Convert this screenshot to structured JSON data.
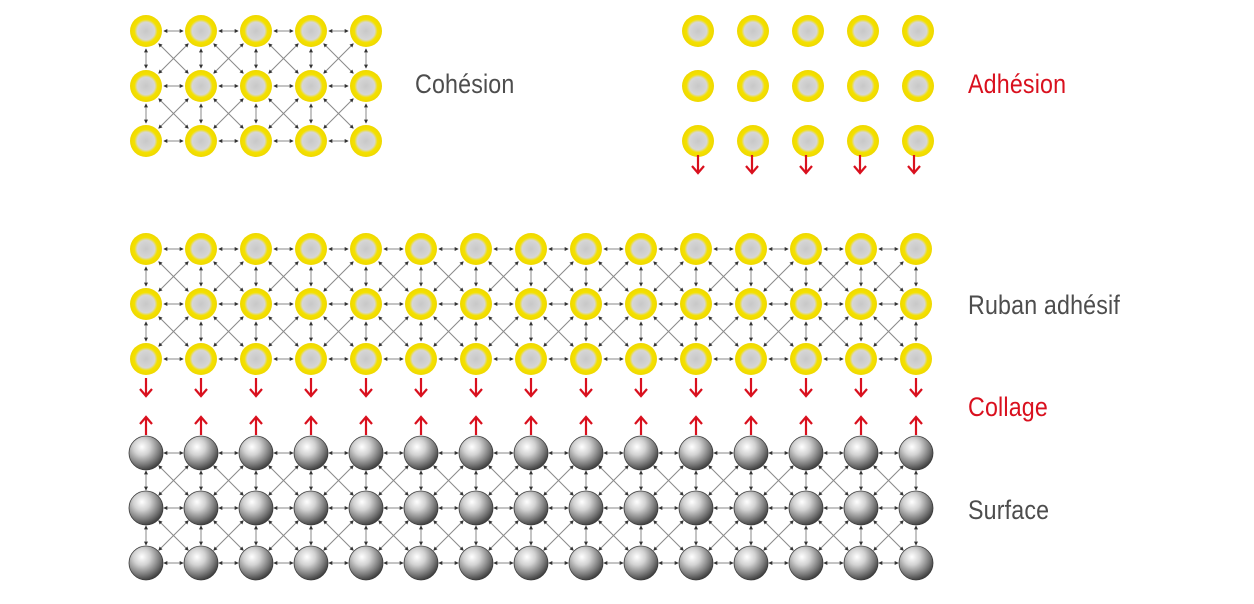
{
  "labels": {
    "cohesion": "Cohésion",
    "adhesion": "Adhésion",
    "ruban": "Ruban adhésif",
    "collage": "Collage",
    "surface": "Surface"
  },
  "colors": {
    "neutral_text": "#4d4d4d",
    "accent_red": "#d9101e",
    "yellow_particle": "#f2e000",
    "yellow_particle_core": "#cfcfcf",
    "gray_particle_light": "#ffffff",
    "gray_particle_dark": "#444444",
    "bond_line": "#8a8a8a",
    "bond_arrow": "#333333"
  },
  "icons": {
    "particle_yellow": "yellow-particle-icon",
    "particle_gray": "gray-sphere-particle-icon",
    "arrow_down": "arrow-down-icon",
    "arrow_up": "arrow-up-icon"
  },
  "groups": {
    "cohesion_block": {
      "rows": 3,
      "cols": 5,
      "bonds": true
    },
    "adhesion_block": {
      "rows": 3,
      "cols": 5,
      "bonds": false,
      "arrows_below": "down"
    },
    "tape_block": {
      "rows": 3,
      "cols": 15,
      "bonds": true,
      "arrows_below": "down"
    },
    "surface_block": {
      "rows": 3,
      "cols": 15,
      "bonds": true,
      "arrows_above": "up"
    }
  }
}
